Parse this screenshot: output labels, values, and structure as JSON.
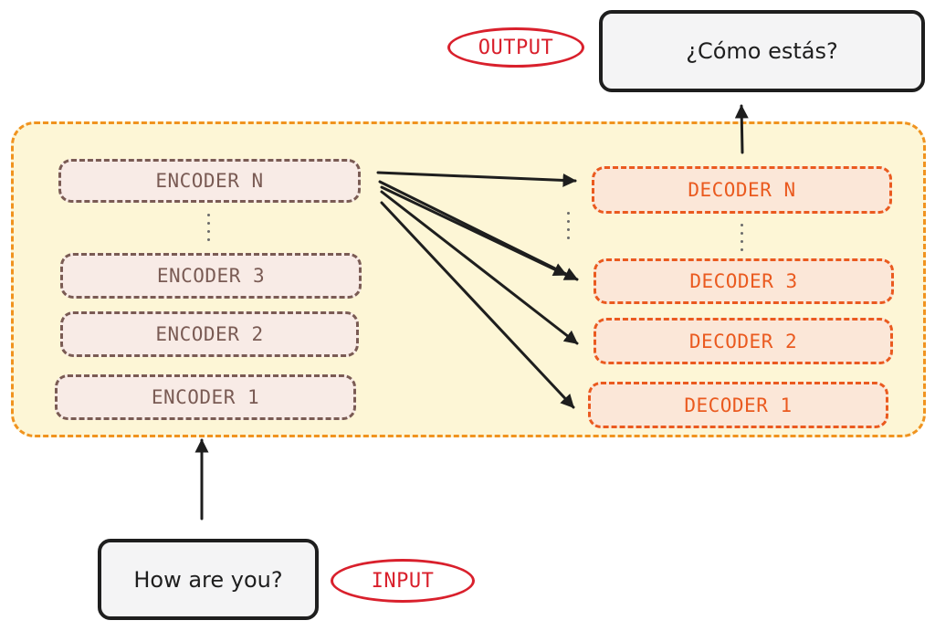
{
  "output": {
    "tag": "OUTPUT",
    "text": "¿Cómo estás?"
  },
  "input": {
    "tag": "INPUT",
    "text": "How are you?"
  },
  "encoders": [
    "ENCODER N",
    "ENCODER 3",
    "ENCODER 2",
    "ENCODER 1"
  ],
  "decoders": [
    "DECODER N",
    "DECODER 3",
    "DECODER 2",
    "DECODER 1"
  ],
  "colors": {
    "container_border": "#f0931f",
    "container_fill": "#fdf6d6",
    "encoder": "#7a5b54",
    "decoder": "#ea5a1f",
    "tag": "#d9202c",
    "ink": "#1e1e1e"
  }
}
